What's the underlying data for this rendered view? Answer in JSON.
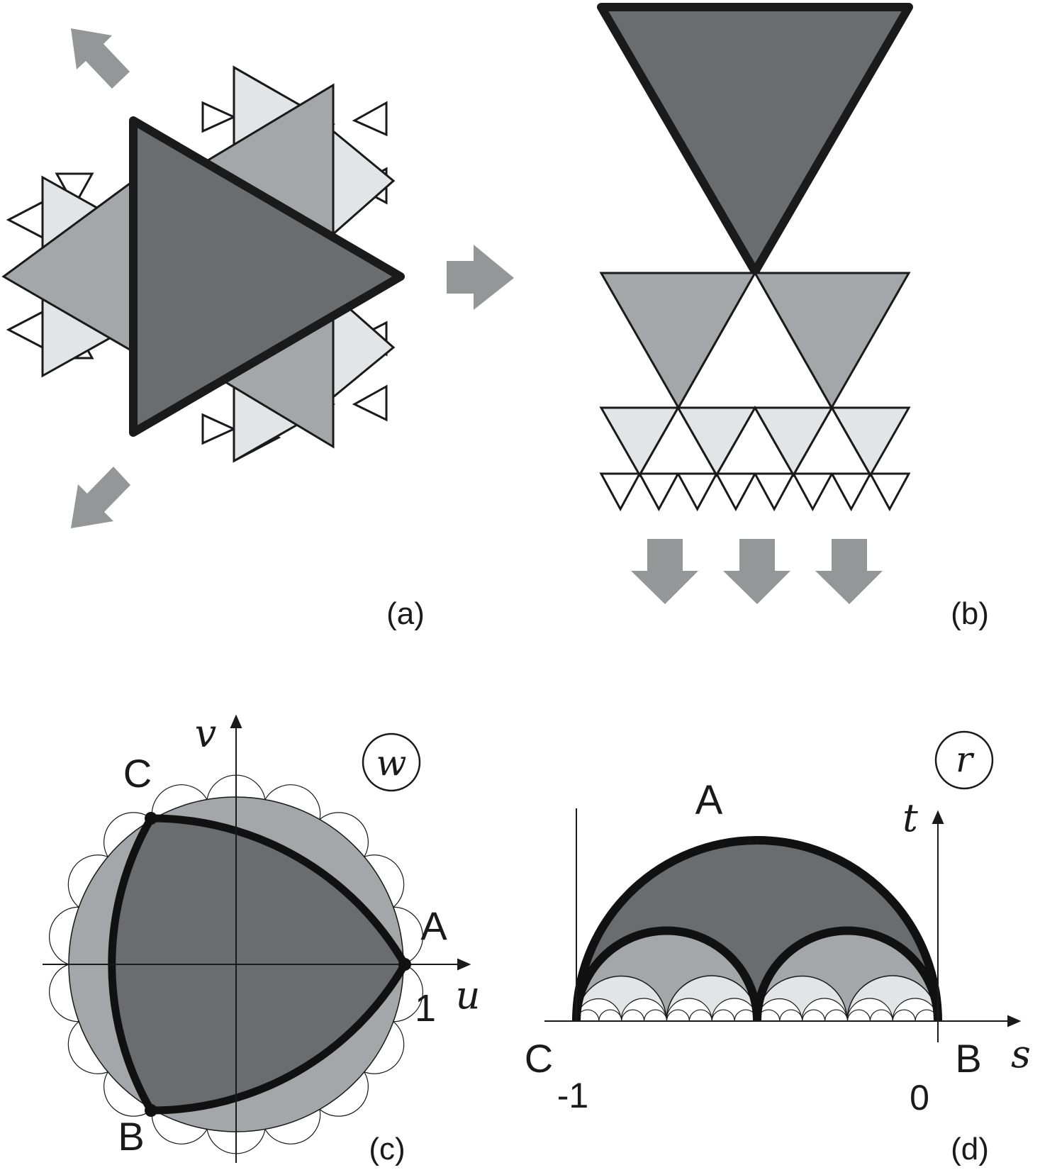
{
  "panels": {
    "a": {
      "label": "(a)"
    },
    "b": {
      "label": "(b)"
    },
    "c": {
      "label": "(c)",
      "plane": "w",
      "axis_u": "u",
      "axis_v": "v",
      "tick_one": "1",
      "vertex_a": "A",
      "vertex_b": "B",
      "vertex_c": "C"
    },
    "d": {
      "label": "(d)",
      "plane": "r",
      "axis_s": "s",
      "axis_t": "t",
      "tick_minus_one": "-1",
      "tick_zero": "0",
      "vertex_a": "A",
      "vertex_b": "B",
      "vertex_c": "C"
    }
  },
  "colors": {
    "dark": "#6b6c6e",
    "mid": "#a5a6a9",
    "light": "#e3e4e6",
    "arrow": "#959698",
    "line": "#1a1a1a"
  },
  "icons": [
    "arrow-upleft-icon",
    "arrow-downleft-icon",
    "arrow-right-icon",
    "arrow-down-icon"
  ]
}
